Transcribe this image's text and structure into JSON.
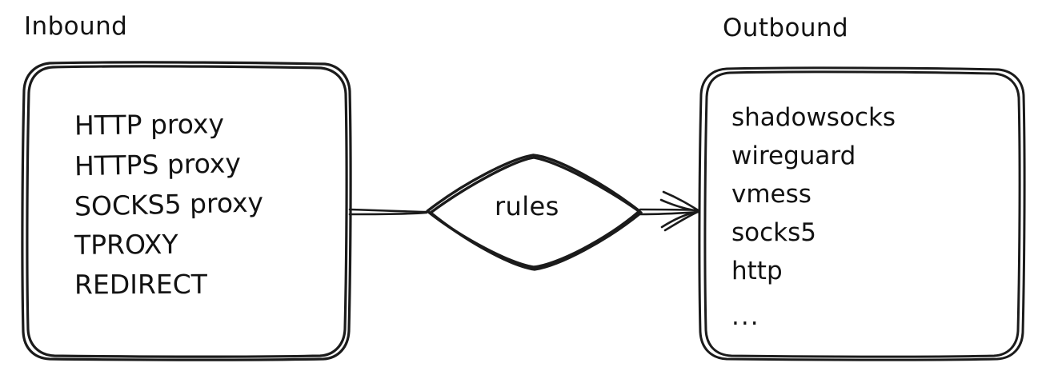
{
  "diagram": {
    "title_hidden": "",
    "style": "hand-drawn sketch",
    "background_color": "#ffffff",
    "stroke_color": "#1b1b1b",
    "text_color": "#121212"
  },
  "inbound": {
    "title": "Inbound",
    "items": [
      "HTTP proxy",
      "HTTPS proxy",
      "SOCKS5 proxy",
      "TPROXY",
      "REDIRECT"
    ]
  },
  "outbound": {
    "title": "Outbound",
    "items": [
      "shadowsocks",
      "wireguard",
      "vmess",
      "socks5",
      "http",
      "..."
    ]
  },
  "rules_node": {
    "label": "rules",
    "shape": "diamond"
  },
  "connectors": {
    "inbound_to_rules": {
      "from": "inbound",
      "to": "rules",
      "arrowhead": false
    },
    "rules_to_outbound": {
      "from": "rules",
      "to": "outbound",
      "arrowhead": true
    }
  }
}
